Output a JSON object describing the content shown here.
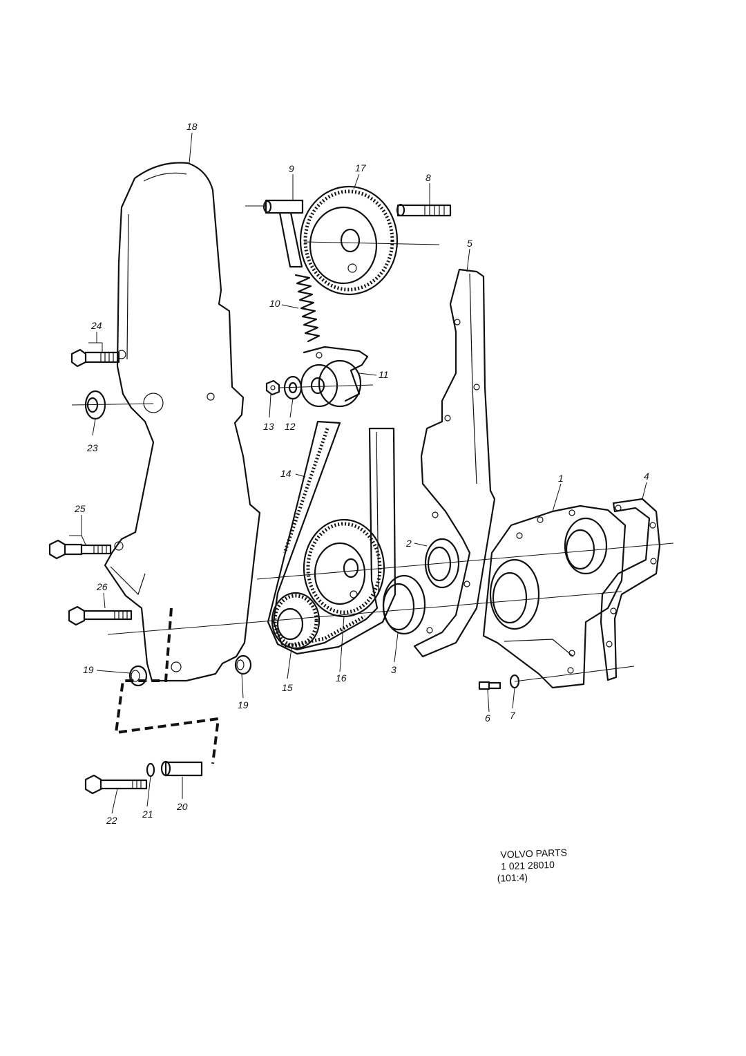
{
  "callouts": {
    "p1": "1",
    "p2": "2",
    "p3": "3",
    "p4": "4",
    "p5": "5",
    "p6": "6",
    "p7": "7",
    "p8": "8",
    "p9": "9",
    "p10": "10",
    "p11": "11",
    "p12": "12",
    "p13": "13",
    "p14": "14",
    "p15": "15",
    "p16": "16",
    "p17": "17",
    "p18": "18",
    "p19a": "19",
    "p19b": "19",
    "p20": "20",
    "p21": "21",
    "p22": "22",
    "p23": "23",
    "p24": "24",
    "p25": "25",
    "p26": "26"
  },
  "footer": {
    "line1": "VOLVO PARTS",
    "line2": "1 021   28010",
    "line3": "(101:4)"
  }
}
